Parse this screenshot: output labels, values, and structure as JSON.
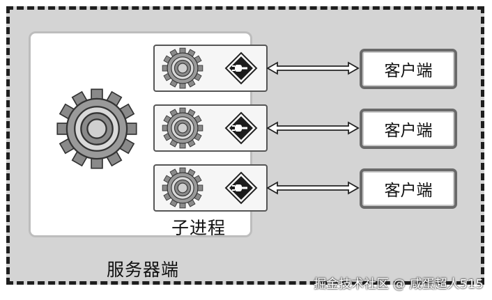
{
  "server": {
    "label": "服务器端"
  },
  "master": {
    "icon": "gear-icon"
  },
  "children": {
    "label": "子进程",
    "processes": [
      {
        "gear_icon": "gear-icon",
        "socket_icon": "socket-plug-icon"
      },
      {
        "gear_icon": "gear-icon",
        "socket_icon": "socket-plug-icon"
      },
      {
        "gear_icon": "gear-icon",
        "socket_icon": "socket-plug-icon"
      }
    ]
  },
  "clients": [
    {
      "label": "客户端"
    },
    {
      "label": "客户端"
    },
    {
      "label": "客户端"
    }
  ],
  "watermark": "掘金技术社区 @ 咸蛋超人515",
  "colors": {
    "server_bg": "#d4d4d4",
    "border_dark": "#1e1e1e",
    "panel_bg": "#ffffff"
  }
}
